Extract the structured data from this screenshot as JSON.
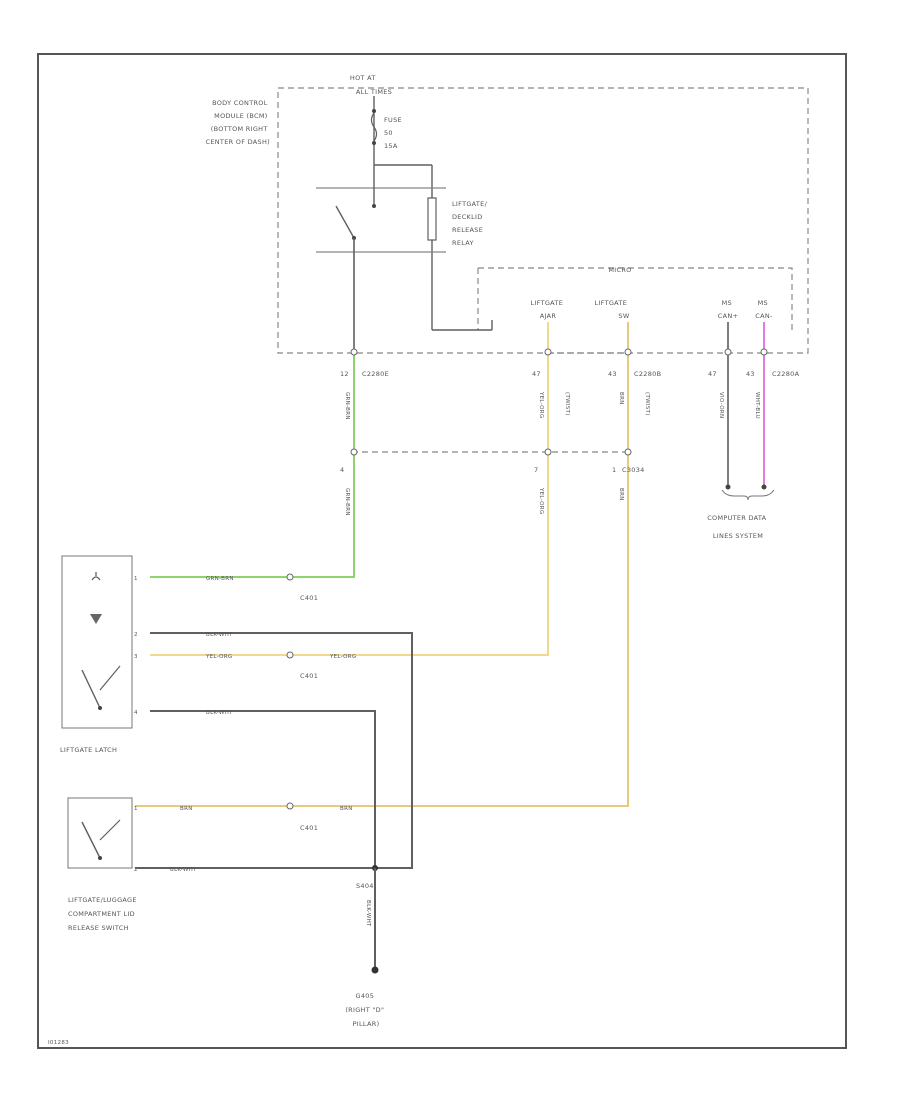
{
  "labels": {
    "hot_at": [
      "HOT AT",
      "ALL TIMES"
    ],
    "bcm": [
      "BODY CONTROL",
      "MODULE (BCM)",
      "(BOTTOM RIGHT",
      "CENTER OF DASH)"
    ],
    "fuse": [
      "FUSE",
      "50",
      "15A"
    ],
    "relay": [
      "LIFTGATE/",
      "DECKLID",
      "RELEASE",
      "RELAY"
    ],
    "micro": "MICRO",
    "term_lift_ajar": [
      "LIFTGATE",
      "AJAR"
    ],
    "term_lift_sw": [
      "LIFTGATE",
      "SW"
    ],
    "term_ms_can_h": [
      "MS",
      "CAN+"
    ],
    "term_ms_can_l": [
      "MS",
      "CAN-"
    ],
    "pin_12": "12",
    "c2280e": "C2280E",
    "pin_47": "47",
    "pin_43a": "43",
    "c2280b": "C2280B",
    "pin_47b": "47",
    "pin_43b": "43",
    "c2280a": "C2280A",
    "wire_grn_brn": "GRN-BRN",
    "wire_yel": "YEL-ORG",
    "wire_brn": "BRN",
    "wire_vio": "VIO-ORN",
    "wire_wht": "WHT-BLU",
    "twist_1": "(TWIST)",
    "twist_2": "(TWIST)",
    "pin_4": "4",
    "pin_7": "7",
    "pin_1": "1",
    "c3034": "C3034",
    "computer_data": [
      "COMPUTER DATA",
      "LINES SYSTEM"
    ],
    "pin_left_a": "1",
    "pin_left_b": "2",
    "pin_left_c": "3",
    "pin_left_d": "4",
    "wire_grn_brn_h": "GRN-BRN",
    "c401_a": "C401",
    "wire_blk_wht_1": "BLK-WHT",
    "wire_yel_org_a": "YEL-ORG",
    "wire_yel_org_b": "YEL-ORG",
    "c401_b": "C401",
    "wire_blk_wht_2": "BLK-WHT",
    "liftgate_latch": "LIFTGATE LATCH",
    "wire_brn_a": "BRN",
    "wire_brn_b": "BRN",
    "c401_c": "C401",
    "wire_blk_wht_3": "BLK-WHT",
    "release_switch": [
      "LIFTGATE/LUGGAGE",
      "COMPARTMENT LID",
      "RELEASE SWITCH"
    ],
    "s404": "S404",
    "wire_blk_wht_v": "BLK-WHT",
    "ground": [
      "G405",
      "(RIGHT \"D\"",
      "PILLAR)"
    ],
    "footer_code": "I01283"
  },
  "colors": {
    "wire_gray": "#5f5f5f",
    "wire_green": "#8fd46a",
    "wire_yellow": "#f2d88c",
    "wire_pink": "#e27ae2",
    "wire_darkgray": "#707070"
  }
}
